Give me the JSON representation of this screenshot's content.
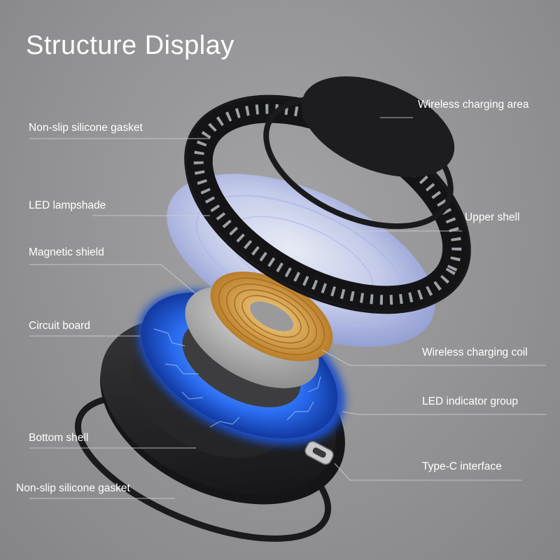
{
  "title": "Structure Display",
  "labels": {
    "wireless_charging_area": "Wireless charging area",
    "upper_gasket": "Non-slip silicone gasket",
    "led_lampshade": "LED lampshade",
    "upper_shell": "Upper shell",
    "magnetic_shield": "Magnetic shield",
    "circuit_board": "Circuit board",
    "wireless_charging_coil": "Wireless charging coil",
    "led_indicator_group": "LED indicator group",
    "bottom_shell": "Bottom shell",
    "type_c_interface": "Type-C interface",
    "lower_gasket": "Non-slip silicone gasket"
  },
  "colors": {
    "background": "#939395",
    "shell": "#1c1c1e",
    "coil": "#d59a38",
    "led_glow": "#2f7bff",
    "lampshade": "#c9d2f0",
    "text": "#ffffff"
  }
}
